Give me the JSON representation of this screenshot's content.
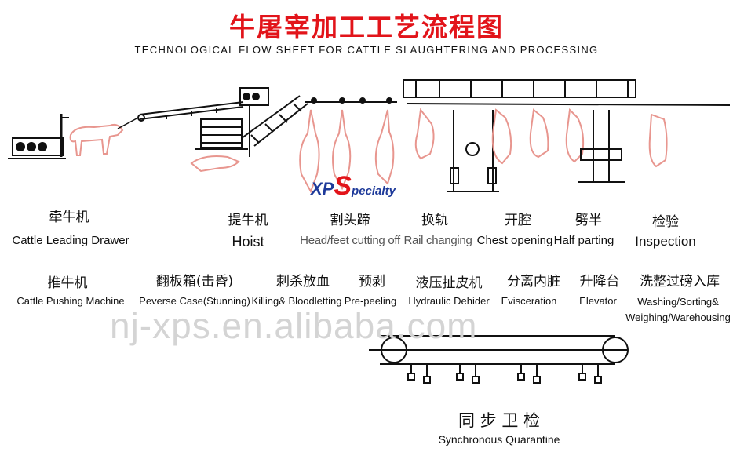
{
  "title_cn": "牛屠宰加工工艺流程图",
  "title_en": "TECHNOLOGICAL FLOW SHEET FOR CATTLE SLAUGHTERING AND PROCESSING",
  "logo": {
    "xp": "XP",
    "s": "S",
    "rest": "pecialty"
  },
  "watermark": "nj-xps.en.alibaba.com",
  "colors": {
    "accent_red": "#e2141a",
    "carcass": "#e8968f",
    "logo_blue": "#1e3a9a"
  },
  "row1": [
    {
      "cn": "牵牛机",
      "en": "Cattle Leading Drawer"
    },
    {
      "cn": "提牛机",
      "en": "Hoist"
    },
    {
      "cn": "割头蹄",
      "en": "Head/feet cutting off"
    },
    {
      "cn": "换轨",
      "en": "Rail changing"
    },
    {
      "cn": "开腔",
      "en": "Chest opening"
    },
    {
      "cn": "劈半",
      "en": "Half parting"
    },
    {
      "cn": "检验",
      "en": "Inspection"
    }
  ],
  "row2": [
    {
      "cn": "推牛机",
      "en": "Cattle Pushing Machine"
    },
    {
      "cn": "翻板箱(击昏)",
      "en": "Peverse  Case(Stunning)"
    },
    {
      "cn": "刺杀放血",
      "en": "Killing& Bloodletting"
    },
    {
      "cn": "预剥",
      "en": "Pre-peeling"
    },
    {
      "cn": "液压扯皮机",
      "en": "Hydraulic Dehider"
    },
    {
      "cn": "分离内脏",
      "en": "Evisceration"
    },
    {
      "cn": "升降台",
      "en": "Elevator"
    },
    {
      "cn": "洗整过磅入库",
      "en": "Washing/Sorting&",
      "en2": "Weighing/Warehousing"
    }
  ],
  "quarantine": {
    "cn": "同 步 卫 检",
    "en": "Synchronous  Quarantine"
  }
}
